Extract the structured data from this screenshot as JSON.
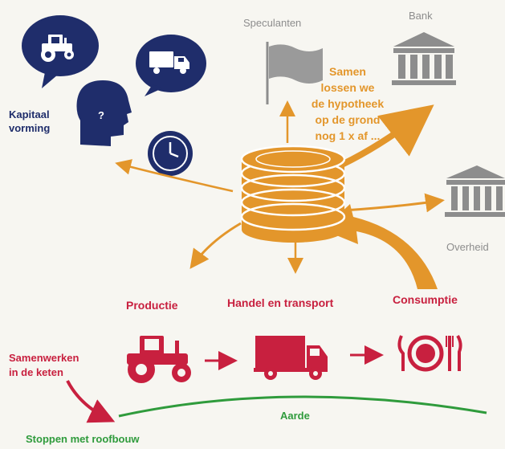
{
  "labels": {
    "kapitaal_vorming": [
      "Kapitaal",
      "vorming"
    ],
    "question_mark": "?",
    "speculanten": "Speculanten",
    "bank": "Bank",
    "overheid": "Overheid",
    "samen_text": [
      "Samen",
      "lossen we",
      "de hypotheek",
      "op de grond",
      "nog 1 x af ..."
    ],
    "productie": "Productie",
    "handel_en_transport": "Handel en transport",
    "consumptie": "Consumptie",
    "samenwerken": [
      "Samenwerken",
      "in de keten"
    ],
    "aarde": "Aarde",
    "stoppen": "Stoppen met roofbouw"
  },
  "colors": {
    "navy": "#1f2d6b",
    "orange": "#e3962b",
    "red": "#c8203f",
    "green": "#2f9b3c",
    "gray": "#8d8d8d",
    "background": "#f7f6f1"
  },
  "icons": [
    "tractor-icon",
    "truck-icon",
    "head-icon",
    "clock-icon",
    "coin-stack-icon",
    "flag-icon",
    "bank-icon",
    "government-icon",
    "plate-cutlery-icon"
  ]
}
